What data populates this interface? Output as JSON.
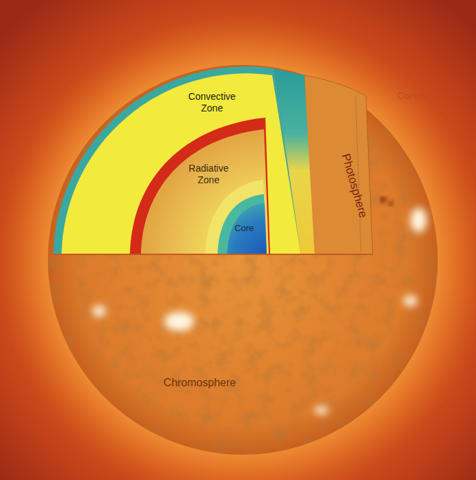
{
  "diagram": {
    "labels": [
      "Convective Zone",
      "Corona",
      "Radiative Zone",
      "Photosphere",
      "Core",
      "Chromosphere"
    ]
  }
}
